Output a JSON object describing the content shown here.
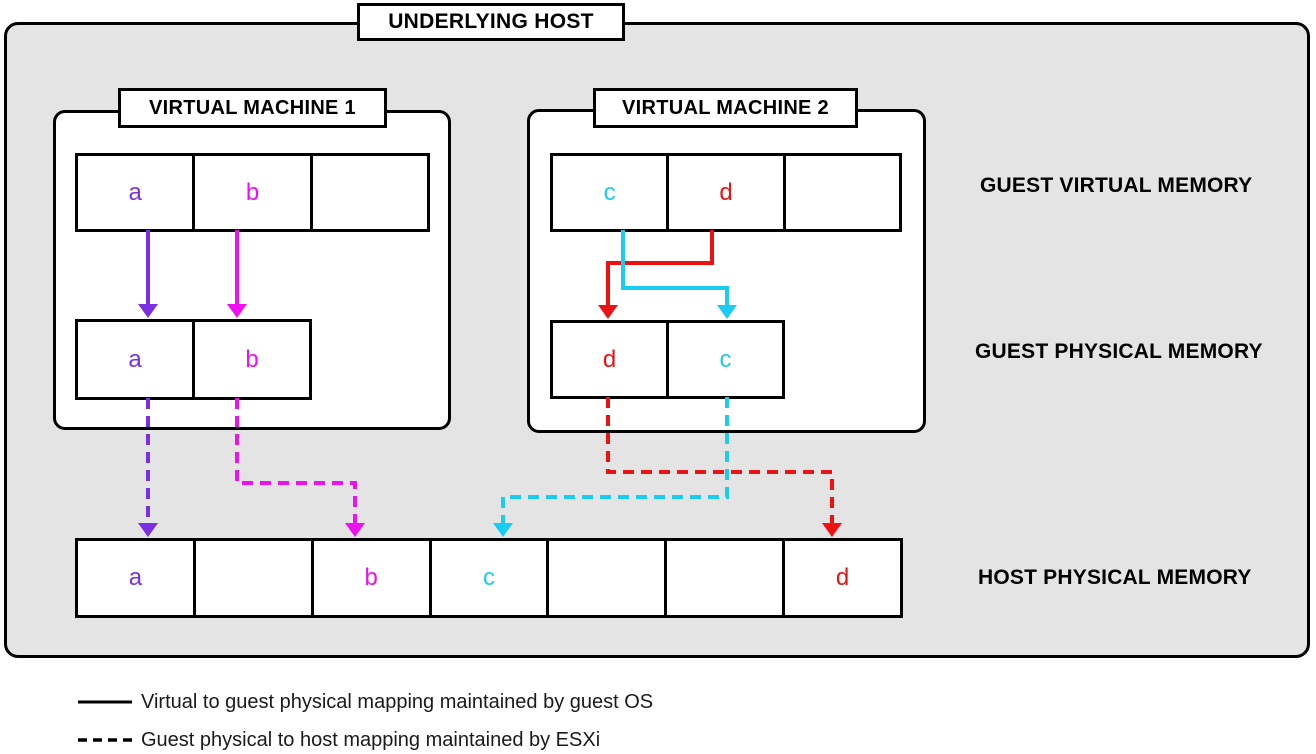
{
  "underlying_host": {
    "title": "UNDERLYING HOST"
  },
  "vm1": {
    "title": "VIRTUAL MACHINE 1",
    "guest_virtual_cells": [
      "a",
      "b",
      ""
    ],
    "guest_physical_cells": [
      "a",
      "b"
    ]
  },
  "vm2": {
    "title": "VIRTUAL MACHINE 2",
    "guest_virtual_cells": [
      "c",
      "d",
      ""
    ],
    "guest_physical_cells": [
      "d",
      "c"
    ]
  },
  "host_physical_cells": [
    "a",
    "",
    "b",
    "c",
    "",
    "",
    "d"
  ],
  "row_labels": {
    "guest_virtual": "GUEST VIRTUAL MEMORY",
    "guest_physical": "GUEST PHYSICAL MEMORY",
    "host_physical": "HOST PHYSICAL MEMORY"
  },
  "legend": {
    "solid": "Virtual to guest physical mapping maintained by guest OS",
    "dashed": "Guest physical to host mapping maintained by ESXi"
  },
  "mappings": {
    "vm1_guest_os": [
      "a to a",
      "b to b"
    ],
    "vm2_guest_os": [
      "c to c (swapped position)",
      "d to d (swapped position)"
    ],
    "esxi_host": [
      "a to host slot 1",
      "b to host slot 3",
      "c to host slot 4",
      "d to host slot 7"
    ]
  },
  "colors": {
    "a": "#7B2FE3",
    "b": "#EE10EE",
    "c": "#17CDF2",
    "d": "#EC1212",
    "outline": "#000000",
    "host_fill": "#E4E4E4"
  }
}
